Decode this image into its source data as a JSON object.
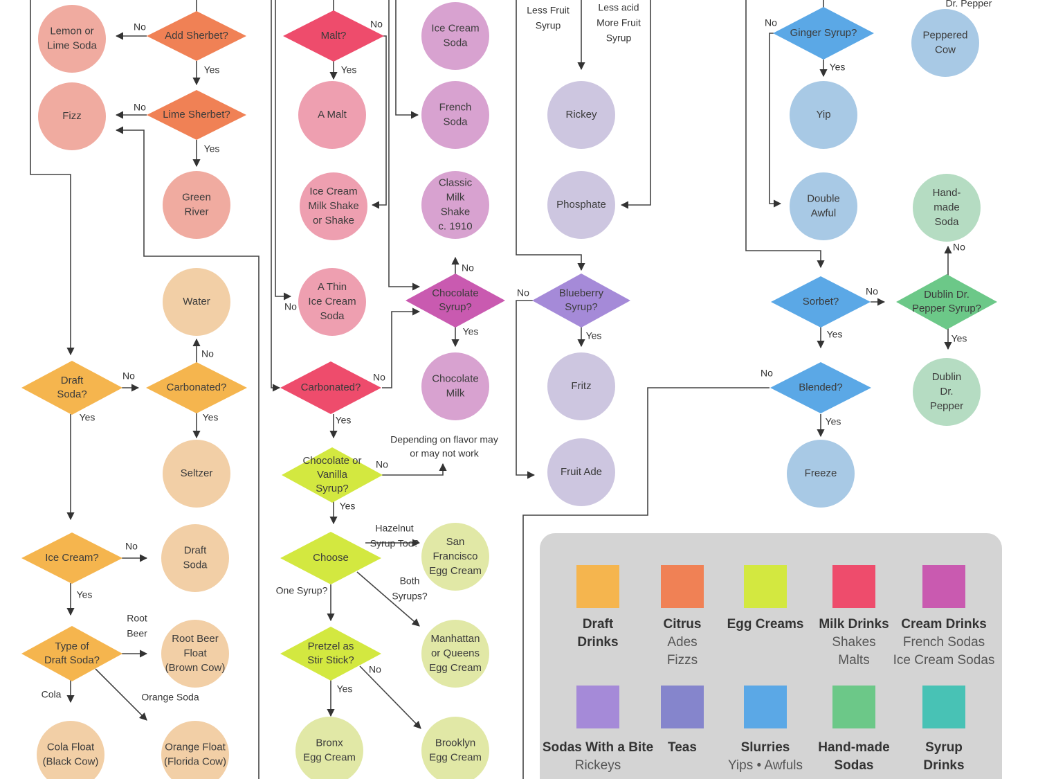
{
  "colors": {
    "draft": "#f5b54e",
    "draft_node": "#f2cfa6",
    "citrus": "#f08155",
    "citrus_node": "#f0aba0",
    "egg": "#d3e840",
    "egg_node": "#e1e8a6",
    "milk": "#ee4c6c",
    "milk_node": "#ee9fb0",
    "cream": "#c95ab0",
    "cream_node": "#d8a2d0",
    "bite": "#a58ad8",
    "bite_node": "#cdc6e0",
    "teas": "#8585cc",
    "slurry": "#5ba8e6",
    "slurry_node": "#a8c9e5",
    "handmade": "#6cc888",
    "handmade_node": "#b5dcc2",
    "syrup": "#48c2b5",
    "legend_bg": "#d4d4d4"
  },
  "decisions": [
    {
      "id": "add-sherbet",
      "lines": [
        "Add Sherbet?"
      ],
      "cat": "citrus"
    },
    {
      "id": "lime-sherbet",
      "lines": [
        "Lime Sherbet?"
      ],
      "cat": "citrus"
    },
    {
      "id": "malt",
      "lines": [
        "Malt?"
      ],
      "cat": "milk"
    },
    {
      "id": "chocolate-syrup",
      "lines": [
        "Chocolate",
        "Syrup?"
      ],
      "cat": "cream"
    },
    {
      "id": "blueberry-syrup",
      "lines": [
        "Blueberry",
        "Syrup?"
      ],
      "cat": "bite"
    },
    {
      "id": "ginger-syrup",
      "lines": [
        "Ginger Syrup?"
      ],
      "cat": "slurry"
    },
    {
      "id": "sorbet",
      "lines": [
        "Sorbet?"
      ],
      "cat": "slurry"
    },
    {
      "id": "dublin-syrup",
      "lines": [
        "Dublin Dr.",
        "Pepper Syrup?"
      ],
      "cat": "handmade"
    },
    {
      "id": "blended",
      "lines": [
        "Blended?"
      ],
      "cat": "slurry"
    },
    {
      "id": "draft-soda-q",
      "lines": [
        "Draft",
        "Soda?"
      ],
      "cat": "draft"
    },
    {
      "id": "carbonated-draft",
      "lines": [
        "Carbonated?"
      ],
      "cat": "draft"
    },
    {
      "id": "carbonated-milk",
      "lines": [
        "Carbonated?"
      ],
      "cat": "milk"
    },
    {
      "id": "choc-vanilla",
      "lines": [
        "Chocolate or",
        "Vanilla",
        "Syrup?"
      ],
      "cat": "egg"
    },
    {
      "id": "choose",
      "lines": [
        "Choose"
      ],
      "cat": "egg"
    },
    {
      "id": "pretzel",
      "lines": [
        "Pretzel as",
        "Stir Stick?"
      ],
      "cat": "egg"
    },
    {
      "id": "ice-cream-q",
      "lines": [
        "Ice Cream?"
      ],
      "cat": "draft"
    },
    {
      "id": "type-draft",
      "lines": [
        "Type of",
        "Draft Soda?"
      ],
      "cat": "draft"
    }
  ],
  "results": [
    {
      "id": "lemon-lime-soda",
      "lines": [
        "Lemon or",
        "Lime Soda"
      ],
      "cat": "citrus"
    },
    {
      "id": "fizz",
      "lines": [
        "Fizz"
      ],
      "cat": "citrus"
    },
    {
      "id": "green-river",
      "lines": [
        "Green",
        "River"
      ],
      "cat": "citrus"
    },
    {
      "id": "ice-cream-soda",
      "lines": [
        "Ice Cream",
        "Soda"
      ],
      "cat": "cream"
    },
    {
      "id": "a-malt",
      "lines": [
        "A Malt"
      ],
      "cat": "milk"
    },
    {
      "id": "french-soda",
      "lines": [
        "French",
        "Soda"
      ],
      "cat": "cream"
    },
    {
      "id": "milk-shake",
      "lines": [
        "Ice Cream",
        "Milk Shake",
        "or Shake"
      ],
      "cat": "milk"
    },
    {
      "id": "classic-shake",
      "lines": [
        "Classic",
        "Milk",
        "Shake",
        "c. 1910"
      ],
      "cat": "cream"
    },
    {
      "id": "thin-soda",
      "lines": [
        "A Thin",
        "Ice Cream",
        "Soda"
      ],
      "cat": "milk"
    },
    {
      "id": "rickey",
      "lines": [
        "Rickey"
      ],
      "cat": "bite"
    },
    {
      "id": "phosphate",
      "lines": [
        "Phosphate"
      ],
      "cat": "bite"
    },
    {
      "id": "peppered-cow",
      "lines": [
        "Peppered",
        "Cow"
      ],
      "cat": "slurry"
    },
    {
      "id": "yip",
      "lines": [
        "Yip"
      ],
      "cat": "slurry"
    },
    {
      "id": "double-awful",
      "lines": [
        "Double",
        "Awful"
      ],
      "cat": "slurry"
    },
    {
      "id": "handmade-soda",
      "lines": [
        "Hand-",
        "made",
        "Soda"
      ],
      "cat": "handmade"
    },
    {
      "id": "water",
      "lines": [
        "Water"
      ],
      "cat": "draft"
    },
    {
      "id": "chocolate-milk",
      "lines": [
        "Chocolate",
        "Milk"
      ],
      "cat": "cream"
    },
    {
      "id": "fritz",
      "lines": [
        "Fritz"
      ],
      "cat": "bite"
    },
    {
      "id": "dublin-dr-pepper",
      "lines": [
        "Dublin",
        "Dr.",
        "Pepper"
      ],
      "cat": "handmade"
    },
    {
      "id": "seltzer",
      "lines": [
        "Seltzer"
      ],
      "cat": "draft"
    },
    {
      "id": "fruit-ade",
      "lines": [
        "Fruit Ade"
      ],
      "cat": "bite"
    },
    {
      "id": "freeze",
      "lines": [
        "Freeze"
      ],
      "cat": "slurry"
    },
    {
      "id": "draft-soda",
      "lines": [
        "Draft",
        "Soda"
      ],
      "cat": "draft"
    },
    {
      "id": "sf-egg-cream",
      "lines": [
        "San",
        "Francisco",
        "Egg Cream"
      ],
      "cat": "egg"
    },
    {
      "id": "manhattan-egg-cream",
      "lines": [
        "Manhattan",
        "or Queens",
        "Egg Cream"
      ],
      "cat": "egg"
    },
    {
      "id": "root-beer-float",
      "lines": [
        "Root Beer",
        "Float",
        "(Brown Cow)"
      ],
      "cat": "draft"
    },
    {
      "id": "cola-float",
      "lines": [
        "Cola Float",
        "(Black Cow)"
      ],
      "cat": "draft"
    },
    {
      "id": "orange-float",
      "lines": [
        "Orange Float",
        "(Florida Cow)"
      ],
      "cat": "draft"
    },
    {
      "id": "bronx-egg-cream",
      "lines": [
        "Bronx",
        "Egg Cream"
      ],
      "cat": "egg"
    },
    {
      "id": "brooklyn-egg-cream",
      "lines": [
        "Brooklyn",
        "Egg Cream"
      ],
      "cat": "egg"
    }
  ],
  "edge_labels": [
    {
      "id": "no-add-sherbet",
      "text": "No"
    },
    {
      "id": "yes-add-sherbet",
      "text": "Yes"
    },
    {
      "id": "no-lime-sherbet",
      "text": "No"
    },
    {
      "id": "yes-lime-sherbet",
      "text": "Yes"
    },
    {
      "id": "no-malt",
      "text": "No"
    },
    {
      "id": "yes-malt",
      "text": "Yes"
    },
    {
      "id": "no-choc-syrup",
      "text": "No"
    },
    {
      "id": "yes-choc-syrup",
      "text": "Yes"
    },
    {
      "id": "no-thin",
      "text": "No"
    },
    {
      "id": "no-blueberry",
      "text": "No"
    },
    {
      "id": "yes-blueberry",
      "text": "Yes"
    },
    {
      "id": "no-ginger",
      "text": "No"
    },
    {
      "id": "yes-ginger",
      "text": "Yes"
    },
    {
      "id": "no-sorbet",
      "text": "No"
    },
    {
      "id": "yes-sorbet",
      "text": "Yes"
    },
    {
      "id": "no-dublin",
      "text": "No"
    },
    {
      "id": "yes-dublin",
      "text": "Yes"
    },
    {
      "id": "no-blended",
      "text": "No"
    },
    {
      "id": "yes-blended",
      "text": "Yes"
    },
    {
      "id": "no-draft-soda",
      "text": "No"
    },
    {
      "id": "yes-draft-soda",
      "text": "Yes"
    },
    {
      "id": "no-carbonated-draft",
      "text": "No"
    },
    {
      "id": "yes-carbonated-draft",
      "text": "Yes"
    },
    {
      "id": "no-carbonated-milk",
      "text": "No"
    },
    {
      "id": "yes-carbonated-milk",
      "text": "Yes"
    },
    {
      "id": "no-choc-vanilla",
      "text": "No"
    },
    {
      "id": "yes-choc-vanilla",
      "text": "Yes"
    },
    {
      "id": "hazelnut-1",
      "text": "Hazelnut"
    },
    {
      "id": "hazelnut-2",
      "text": "Syrup Too?"
    },
    {
      "id": "both-1",
      "text": "Both"
    },
    {
      "id": "both-2",
      "text": "Syrups?"
    },
    {
      "id": "one-syrup",
      "text": "One Syrup?"
    },
    {
      "id": "no-pretzel",
      "text": "No"
    },
    {
      "id": "yes-pretzel",
      "text": "Yes"
    },
    {
      "id": "no-ice-cream",
      "text": "No"
    },
    {
      "id": "yes-ice-cream",
      "text": "Yes"
    },
    {
      "id": "root-1",
      "text": "Root"
    },
    {
      "id": "root-2",
      "text": "Beer"
    },
    {
      "id": "cola",
      "text": "Cola"
    },
    {
      "id": "orange-soda",
      "text": "Orange Soda"
    },
    {
      "id": "less-fruit-1",
      "text": "Less Fruit"
    },
    {
      "id": "less-fruit-2",
      "text": "Syrup"
    },
    {
      "id": "less-acid-1",
      "text": "Less acid"
    },
    {
      "id": "less-acid-2",
      "text": "More Fruit"
    },
    {
      "id": "less-acid-3",
      "text": "Syrup"
    },
    {
      "id": "dr-pepper-top",
      "text": "Dr. Pepper"
    },
    {
      "id": "depending-1",
      "text": "Depending on flavor may"
    },
    {
      "id": "depending-2",
      "text": "or may not work"
    }
  ],
  "legend": [
    {
      "id": "draft",
      "title": [
        "Draft",
        "Drinks"
      ],
      "sub": [],
      "color": "#f5b54e"
    },
    {
      "id": "citrus",
      "title": [
        "Citrus"
      ],
      "sub": [
        "Ades",
        "Fizzs"
      ],
      "color": "#f08155"
    },
    {
      "id": "egg",
      "title": [
        "Egg Creams"
      ],
      "sub": [],
      "color": "#d3e840"
    },
    {
      "id": "milk",
      "title": [
        "Milk Drinks"
      ],
      "sub": [
        "Shakes",
        "Malts"
      ],
      "color": "#ee4c6c"
    },
    {
      "id": "cream",
      "title": [
        "Cream Drinks"
      ],
      "sub": [
        "French Sodas",
        "Ice Cream Sodas"
      ],
      "color": "#c95ab0"
    },
    {
      "id": "bite",
      "title": [
        "Sodas With a Bite"
      ],
      "sub": [
        "Rickeys"
      ],
      "color": "#a58ad8"
    },
    {
      "id": "teas",
      "title": [
        "Teas"
      ],
      "sub": [],
      "color": "#8585cc"
    },
    {
      "id": "slurries",
      "title": [
        "Slurries"
      ],
      "sub": [
        "Yips • Awfuls"
      ],
      "color": "#5ba8e6"
    },
    {
      "id": "handmade",
      "title": [
        "Hand-made",
        "Sodas"
      ],
      "sub": [],
      "color": "#6cc888"
    },
    {
      "id": "syrup",
      "title": [
        "Syrup",
        "Drinks"
      ],
      "sub": [],
      "color": "#48c2b5"
    }
  ]
}
